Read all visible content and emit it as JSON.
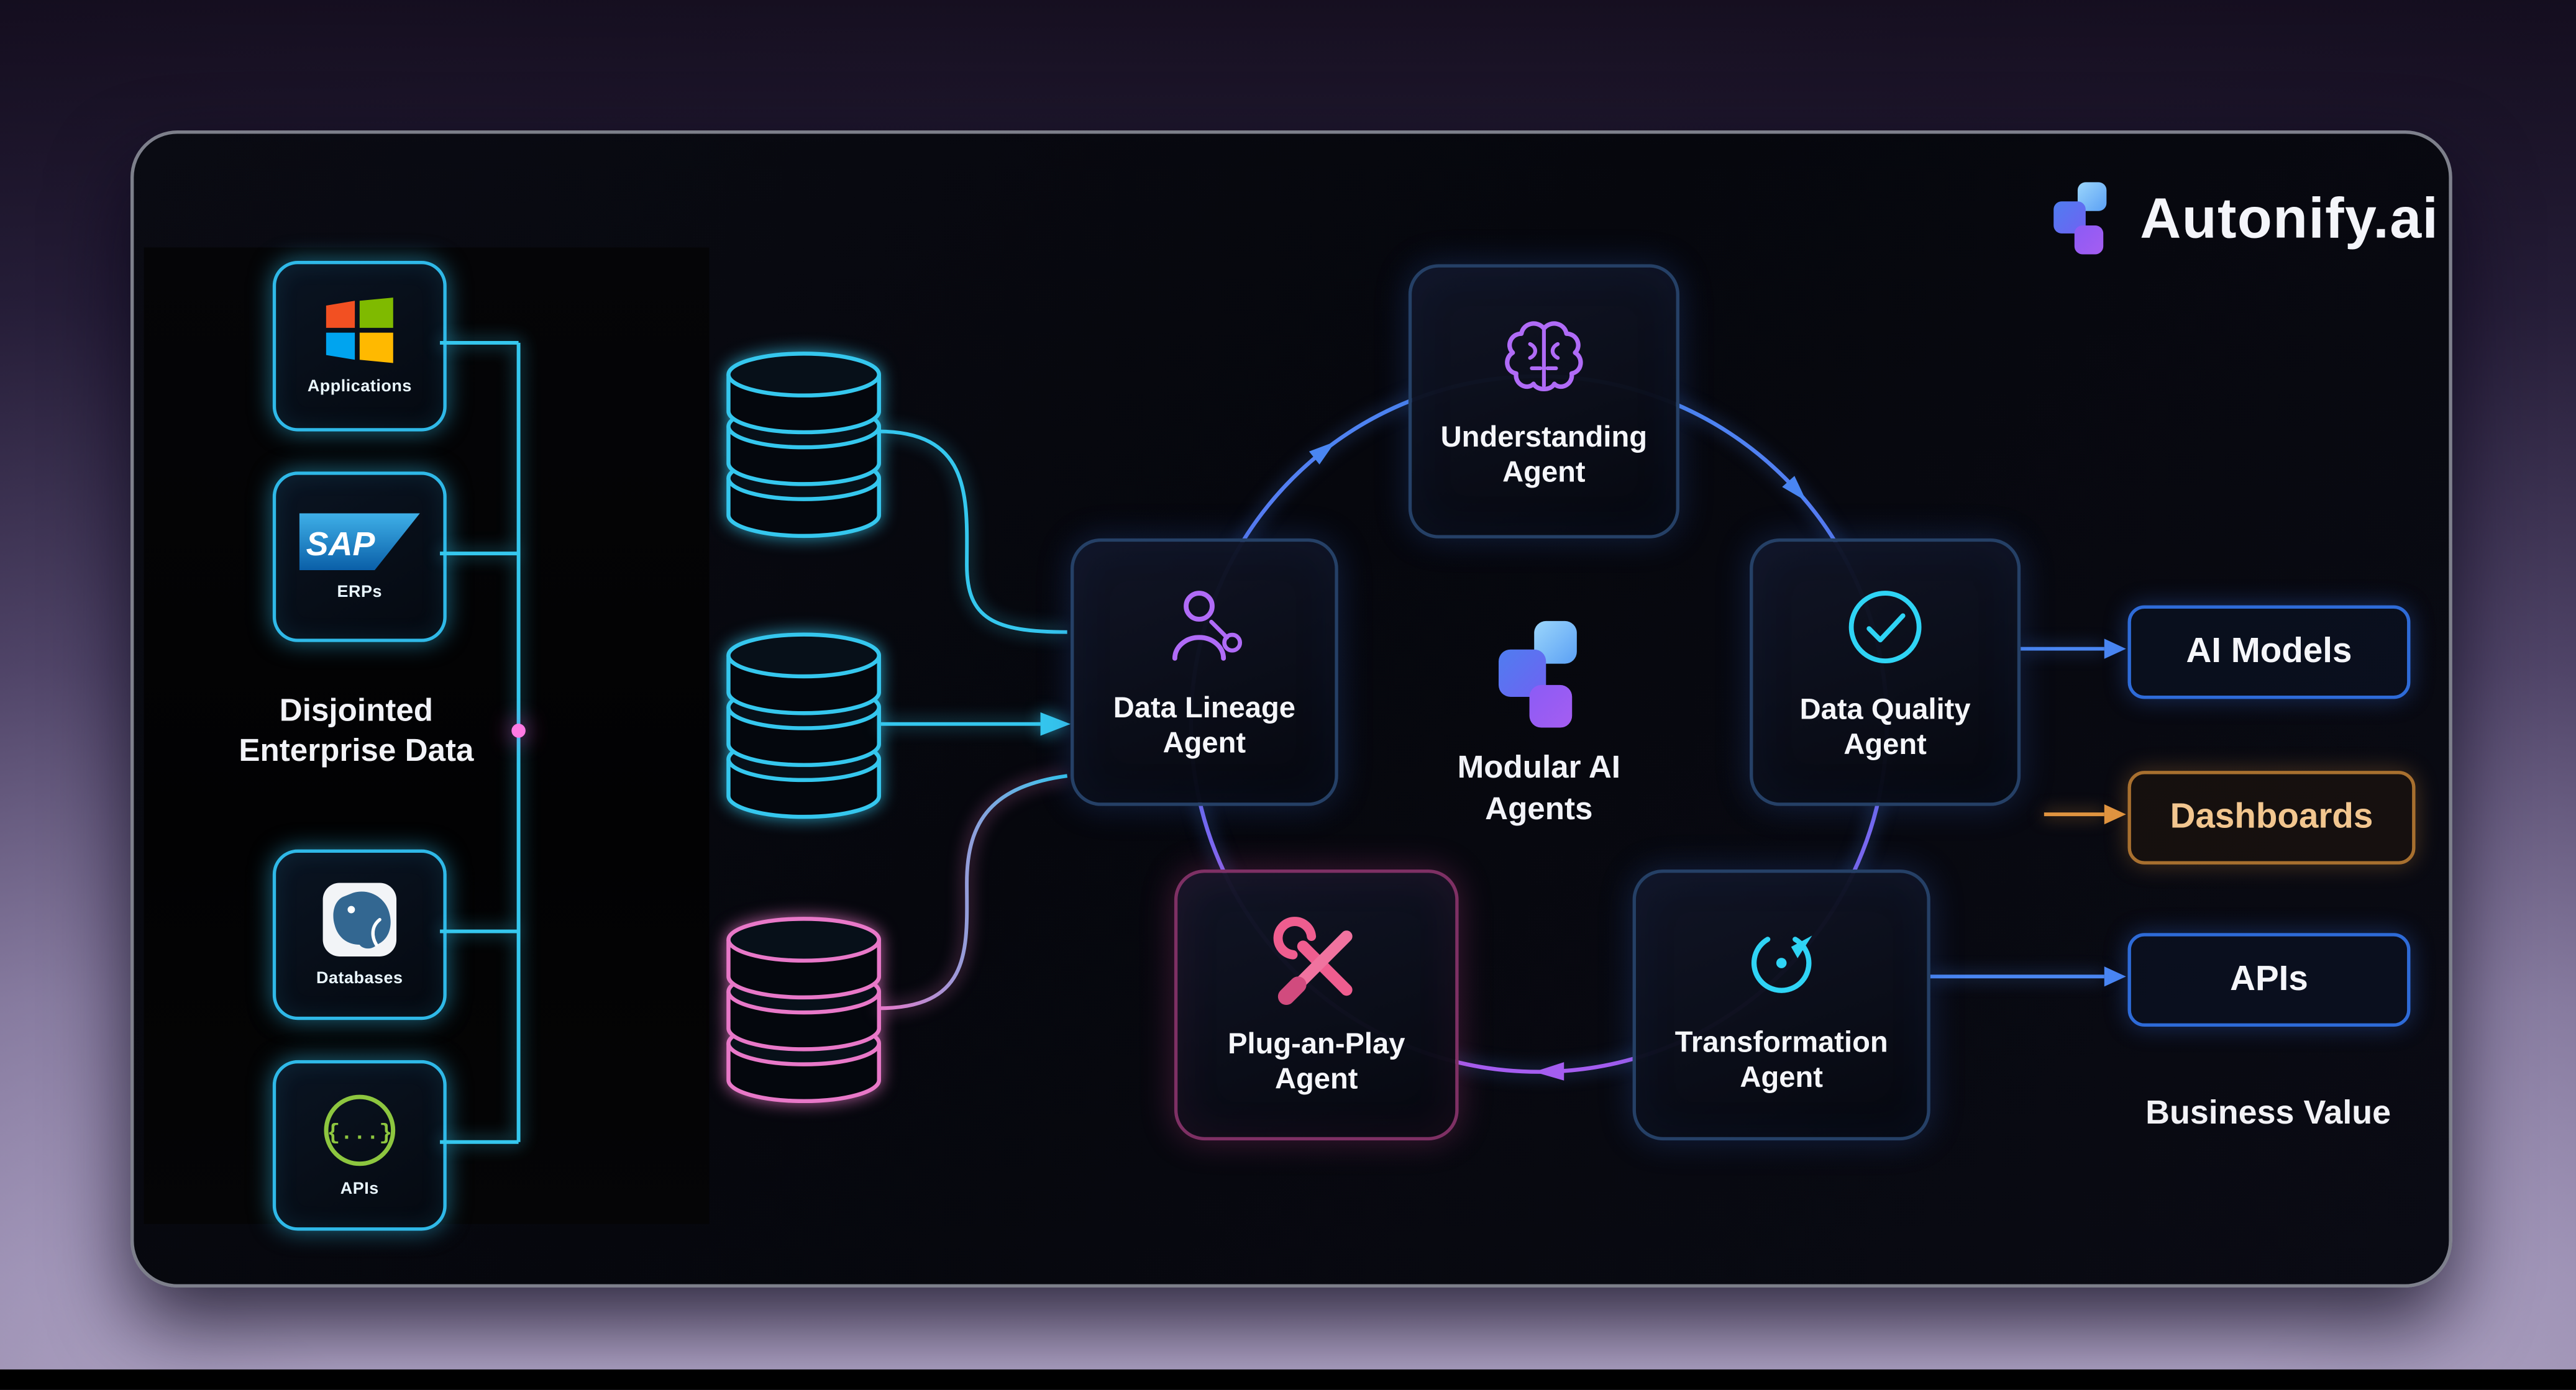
{
  "brand": {
    "name": "Autonify.ai"
  },
  "left_panel": {
    "title_line1": "Disjointed",
    "title_line2": "Enterprise Data",
    "sources": [
      {
        "label": "Applications",
        "icon": "windows-logo"
      },
      {
        "label": "ERPs",
        "icon": "sap-logo",
        "logo_text": "SAP"
      },
      {
        "label": "Databases",
        "icon": "postgresql-logo"
      },
      {
        "label": "APIs",
        "icon": "code-braces-icon",
        "icon_text": "{...}"
      }
    ]
  },
  "data_stores": [
    {
      "name": "database-stack-1",
      "color": "#35c7ee"
    },
    {
      "name": "database-stack-2",
      "color": "#35c7ee"
    },
    {
      "name": "database-stack-3",
      "color": "#e878c8"
    }
  ],
  "agents": {
    "center_label_line1": "Modular AI",
    "center_label_line2": "Agents",
    "nodes": {
      "understanding": {
        "line1": "Understanding",
        "line2": "Agent"
      },
      "data_lineage": {
        "line1": "Data Lineage",
        "line2": "Agent"
      },
      "data_quality": {
        "line1": "Data Quality",
        "line2": "Agent"
      },
      "transformation": {
        "line1": "Transformation",
        "line2": "Agent"
      },
      "plug_an_play": {
        "line1": "Plug-an-Play",
        "line2": "Agent"
      }
    }
  },
  "outputs": {
    "items": [
      {
        "label": "AI Models"
      },
      {
        "label": "Dashboards"
      },
      {
        "label": "APIs"
      }
    ],
    "caption": "Business Value"
  },
  "colors": {
    "cyan": "#35c7ee",
    "blue": "#4a86f2",
    "purple": "#a55df0",
    "pink": "#ef5d8f",
    "magenta": "#ff4fd8",
    "orange": "#e09440"
  }
}
